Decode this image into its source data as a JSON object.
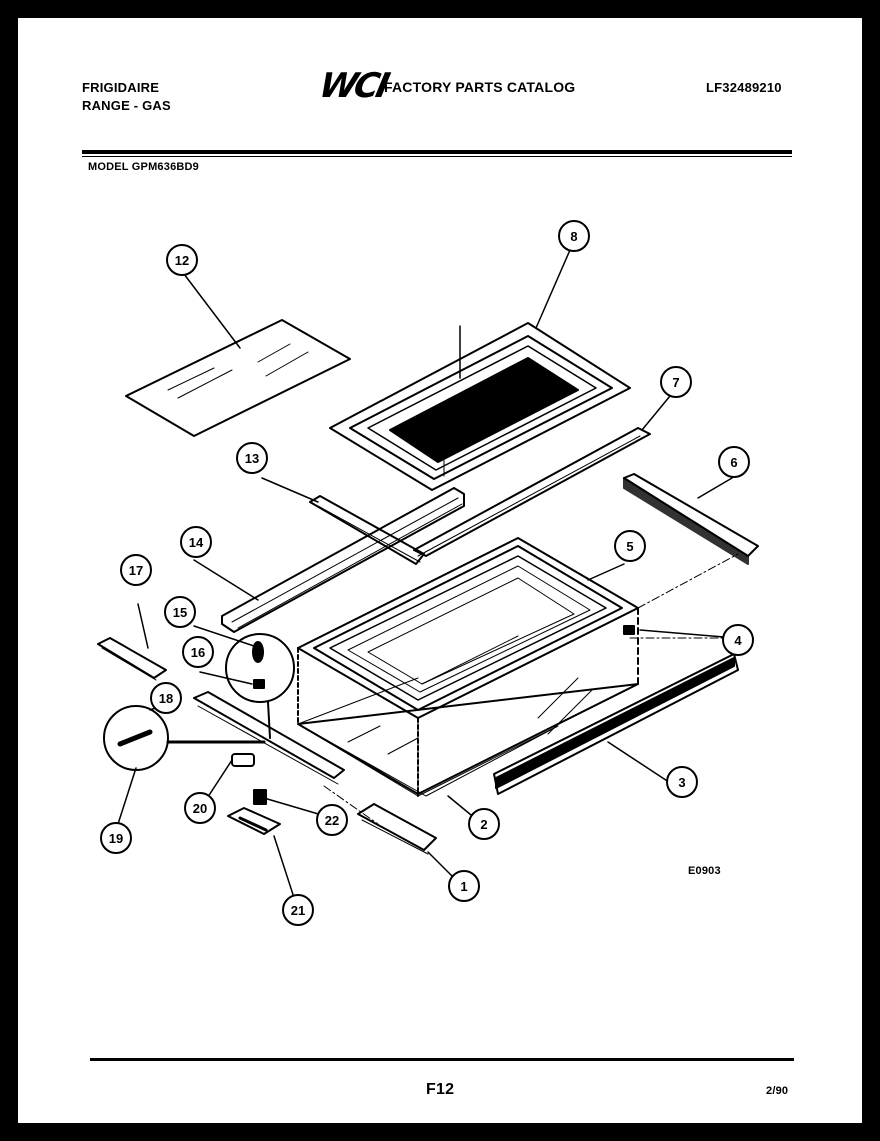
{
  "header": {
    "brand_line1": "FRIGIDAIRE",
    "brand_line2": "RANGE - GAS",
    "logo_text": "WCI",
    "catalog_title": "FACTORY PARTS CATALOG",
    "catalog_number": "LF32489210",
    "model": "MODEL GPM636BD9"
  },
  "diagram": {
    "code": "E0903",
    "callouts": [
      "1",
      "2",
      "3",
      "4",
      "5",
      "6",
      "7",
      "8",
      "12",
      "13",
      "14",
      "15",
      "16",
      "17",
      "18",
      "19",
      "20",
      "21",
      "22"
    ]
  },
  "footer": {
    "figure": "F12",
    "date": "2/90"
  }
}
